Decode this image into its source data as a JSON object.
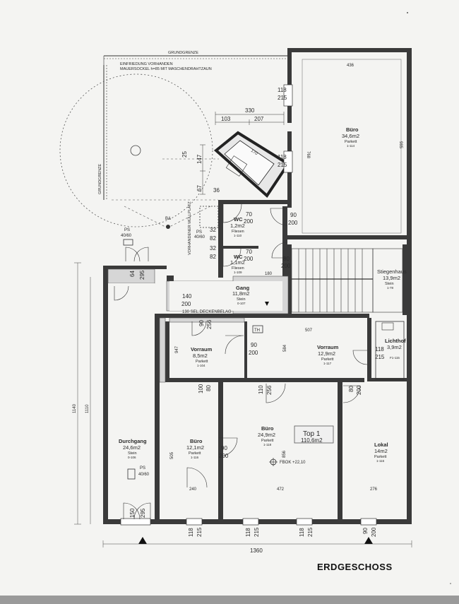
{
  "title": "ERDGESCHOSS",
  "top_label": "Top 1",
  "top_area": "110,6m2",
  "rooms": [
    {
      "id": "buero-top",
      "name": "Büro",
      "area": "34,6m2",
      "floor": "Parkett",
      "code": "1-114"
    },
    {
      "id": "wc1",
      "name": "WC",
      "area": "1,2m2",
      "floor": "Fliesen",
      "code": "1-110"
    },
    {
      "id": "wc2",
      "name": "WC",
      "area": "1,1m2",
      "floor": "Fliesen",
      "code": "1-109"
    },
    {
      "id": "gang",
      "name": "Gang",
      "area": "11,8m2",
      "floor": "Stein",
      "code": "0-107"
    },
    {
      "id": "stiegenhaus",
      "name": "Stiegenhaus",
      "area": "13,9m2",
      "floor": "Stein",
      "code": "1-78"
    },
    {
      "id": "vorraum-left",
      "name": "Vorraum",
      "area": "8,5m2",
      "floor": "Parkett",
      "code": "1-104"
    },
    {
      "id": "vorraum-right",
      "name": "Vorraum",
      "area": "12,9m2",
      "floor": "Parkett",
      "code": "1-117"
    },
    {
      "id": "lichthof",
      "name": "Lichthof",
      "area": "3,9m2",
      "floor": "",
      "code": "F1-115"
    },
    {
      "id": "durchgang",
      "name": "Durchgang",
      "area": "24,6m2",
      "floor": "Stein",
      "code": "0-106"
    },
    {
      "id": "buero-left",
      "name": "Büro",
      "area": "12,1m2",
      "floor": "Parkett",
      "code": "1-116"
    },
    {
      "id": "buero-mid",
      "name": "Büro",
      "area": "24,9m2",
      "floor": "Parkett",
      "code": "1-118"
    },
    {
      "id": "lokal",
      "name": "Lokal",
      "area": "14m2",
      "floor": "Parkett",
      "code": "1-116"
    }
  ],
  "notes": {
    "grundgrenze_top": "GRUNDGRENZE",
    "grundgrenze_left": "GRUNDGRENZE",
    "einfriedung1": "EINFRIEDUNG VORHANDEN",
    "einfriedung2": "MAUERSOCKEL h=85 MIT MASCHENDRAHTZAUN",
    "vorhanden_muell": "VORHANDENER MÜLLPLATZ",
    "ba": "BA",
    "ps1": "PS",
    "ps1_size": "40/60",
    "ps2": "PS",
    "ps2_size": "40/60",
    "th": "TH",
    "fbok": "FBOK +22,10",
    "deckenbelag": "130 SEL.DECKENBELAG"
  },
  "dimensions": {
    "d330": "330",
    "d103": "103",
    "d207": "207",
    "d147": "147",
    "d67": "67",
    "d25": "25",
    "d36": "36",
    "d170": "170",
    "d436": "436",
    "d118a": "118",
    "d215a": "215",
    "d118b": "118",
    "d215b": "215",
    "d90a": "90",
    "d200a": "200",
    "d70a": "70",
    "d200b": "200",
    "d70b": "70",
    "d200c": "200",
    "d80a": "80",
    "d200d": "200",
    "d32a": "32",
    "d82a": "82",
    "d32b": "32",
    "d82b": "82",
    "d64": "64",
    "d295a": "295",
    "d140": "140",
    "d200e": "200",
    "d90b": "90",
    "d256a": "256",
    "d90c": "90",
    "d200f": "200",
    "d118c": "118",
    "d215c": "215",
    "d110": "110",
    "d256b": "256",
    "d80b": "80",
    "d200g": "200",
    "d100": "100",
    "d80c": "80",
    "d90d": "90",
    "d200h": "200",
    "d150": "150",
    "d295b": "295",
    "d118d": "118",
    "d215d": "215",
    "d118e": "118",
    "d215e": "215",
    "d118f": "118",
    "d215f": "215",
    "d90e": "90",
    "d200i": "200",
    "d240": "240",
    "d472": "472",
    "d276": "276",
    "d1360": "1360",
    "d1140": "1140",
    "d1110": "1110",
    "d507": "507",
    "d947": "947",
    "d584": "584",
    "d180": "180",
    "d768": "768",
    "d985": "985",
    "d505": "505",
    "d856": "856"
  }
}
